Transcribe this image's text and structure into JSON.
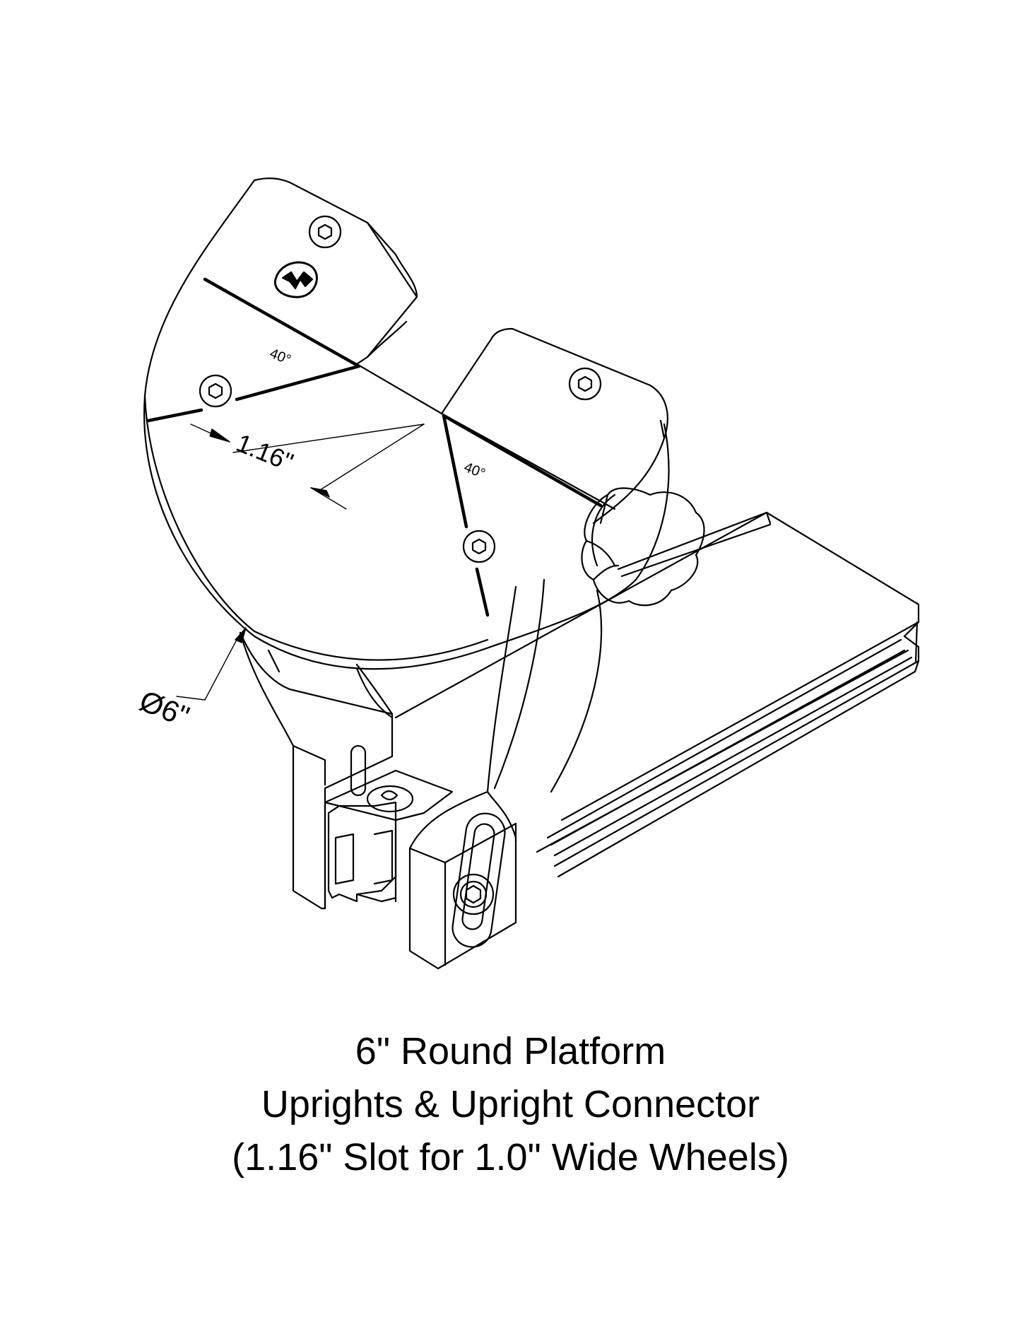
{
  "colors": {
    "line": "#000000",
    "background": "#ffffff"
  },
  "dimensions": {
    "angle_left": "40°",
    "angle_right": "40°",
    "slot_width": "1.16\"",
    "diameter": "Ø6\""
  },
  "caption": {
    "line1": "6\" Round Platform",
    "line2": "Uprights & Upright Connector",
    "line3": "(1.16\" Slot for 1.0\" Wide Wheels)"
  }
}
